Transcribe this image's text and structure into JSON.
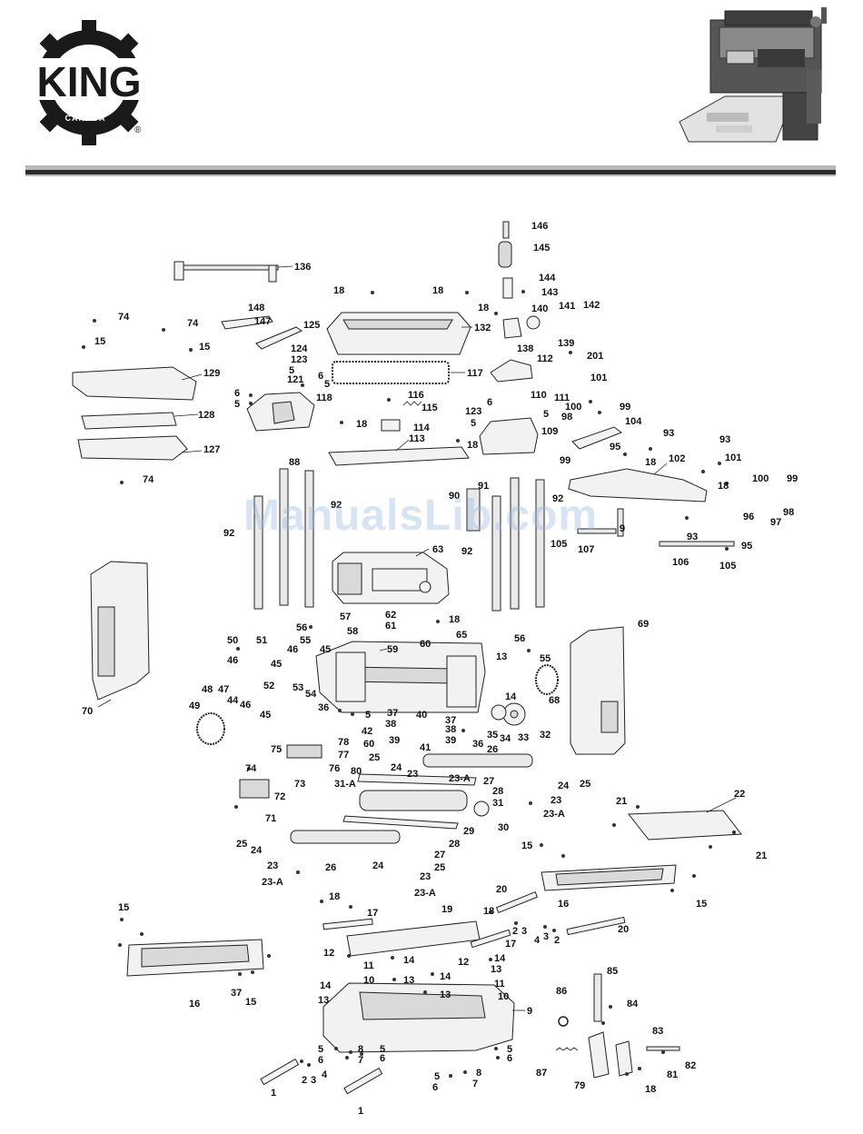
{
  "brand": {
    "logo_main": "KING",
    "logo_sub": "CANADA",
    "registered_mark": "®"
  },
  "watermark": "ManualsLib.com",
  "colors": {
    "rule_light": "#b9b9b9",
    "rule_dark": "#2c2c2c",
    "logo": "#1a1a1a"
  },
  "callouts": {
    "c146": "146",
    "c145": "145",
    "c144": "144",
    "c143": "143",
    "c142": "142",
    "c141": "141",
    "c140": "140",
    "c139": "139",
    "c138": "138",
    "c201": "201",
    "c136": "136",
    "c18a": "18",
    "c18b": "18",
    "c18c": "18",
    "c132": "132",
    "c74a": "74",
    "c74b": "74",
    "c15a": "15",
    "c15b": "15",
    "c148": "148",
    "c147": "147",
    "c125": "125",
    "c124": "124",
    "c123a": "123",
    "c5a": "5",
    "c121": "121",
    "c6a": "6",
    "c5b": "5",
    "c6b": "6",
    "c5c": "5",
    "c129": "129",
    "c117": "117",
    "c112": "112",
    "c118": "118",
    "c116": "116",
    "c115": "115",
    "c110": "110",
    "c111": "111",
    "c101a": "101",
    "c100a": "100",
    "c99a": "99",
    "c123b": "123",
    "c6c": "6",
    "c5d": "5",
    "c5e": "5",
    "c18d": "18",
    "c114": "114",
    "c113": "113",
    "c18e": "18",
    "c109": "109",
    "c98a": "98",
    "c104": "104",
    "c128": "128",
    "c127": "127",
    "c74c": "74",
    "c99b": "99",
    "c95a": "95",
    "c18f": "18",
    "c93a": "93",
    "c93b": "93",
    "c101b": "101",
    "c102": "102",
    "c18g": "18",
    "c100b": "100",
    "c99c": "99",
    "c96": "96",
    "c97": "97",
    "c98b": "98",
    "c88": "88",
    "c92a": "92",
    "c92b": "92",
    "c91": "91",
    "c90": "90",
    "c92c": "92",
    "c92d": "92",
    "c105a": "105",
    "c107": "107",
    "c9a": "9",
    "c93c": "93",
    "c95b": "95",
    "c106": "106",
    "c105b": "105",
    "c63": "63",
    "c62": "62",
    "c57": "57",
    "c56a": "56",
    "c61": "61",
    "c18h": "18",
    "c58": "58",
    "c55a": "55",
    "c69": "69",
    "c65": "65",
    "c60a": "60",
    "c59": "59",
    "c56b": "56",
    "c55b": "55",
    "c50": "50",
    "c51": "51",
    "c46a": "46",
    "c45a": "45",
    "c45b": "45",
    "c46b": "46",
    "c47": "47",
    "c48": "48",
    "c44": "44",
    "c46c": "46",
    "c52": "52",
    "c53": "53",
    "c54": "54",
    "c45c": "45",
    "c13a": "13",
    "c14a": "14",
    "c68": "68",
    "c70": "70",
    "c49": "49",
    "c36a": "36",
    "c5f": "5",
    "c37a": "37",
    "c40": "40",
    "c37b": "37",
    "c42": "42",
    "c38a": "38",
    "c38b": "38",
    "c60b": "60",
    "c39a": "39",
    "c39b": "39",
    "c36b": "36",
    "c35": "35",
    "c34": "34",
    "c33": "33",
    "c32": "32",
    "c41": "41",
    "c78": "78",
    "c77": "77",
    "c75": "75",
    "c76": "76",
    "c25a": "25",
    "c24a": "24",
    "c26a": "26",
    "c74d": "74",
    "c73": "73",
    "c80": "80",
    "c23a": "23",
    "c23Aa": "23-A",
    "c27a": "27",
    "c31A": "31-A",
    "c28a": "28",
    "c31": "31",
    "c24b": "24",
    "c25b": "25",
    "c72": "72",
    "c23b": "23",
    "c23Ab": "23-A",
    "c71": "71",
    "c29": "29",
    "c30": "30",
    "c21a": "21",
    "c22": "22",
    "c21b": "21",
    "c25c": "25",
    "c24c": "24",
    "c28b": "28",
    "c27b": "27",
    "c26b": "26",
    "c23c": "23",
    "c24d": "24",
    "c25d": "25",
    "c23d": "23",
    "c23Ac": "23-A",
    "c23Ad": "23-A",
    "c15c": "15",
    "c16a": "16",
    "c15d": "15",
    "c15e": "15",
    "c18i": "18",
    "c17a": "17",
    "c19": "19",
    "c20a": "20",
    "c18j": "18",
    "c2a": "2",
    "c3a": "3",
    "c4a": "4",
    "c3b": "3",
    "c2b": "2",
    "c20b": "20",
    "c17b": "17",
    "c16b": "16",
    "c37c": "37",
    "c15f": "15",
    "c12a": "12",
    "c11a": "11",
    "c14b": "14",
    "c10a": "10",
    "c14c": "14",
    "c13b": "13",
    "c14d": "14",
    "c13c": "13",
    "c12b": "12",
    "c14e": "14",
    "c13d": "13",
    "c11b": "11",
    "c10b": "10",
    "c13e": "13",
    "c9b": "9",
    "c85": "85",
    "c86": "86",
    "c84": "84",
    "c83": "83",
    "c5g": "5",
    "c8a": "8",
    "c5h": "5",
    "c6d": "6",
    "c7a": "7",
    "c6e": "6",
    "c5i": "5",
    "c6f": "6",
    "c2c": "2",
    "c3c": "3",
    "c4b": "4",
    "c5j": "5",
    "c8b": "8",
    "c6g": "6",
    "c7b": "7",
    "c87": "87",
    "c79": "79",
    "c82": "82",
    "c81": "81",
    "c18k": "18",
    "c1a": "1",
    "c1b": "1"
  }
}
